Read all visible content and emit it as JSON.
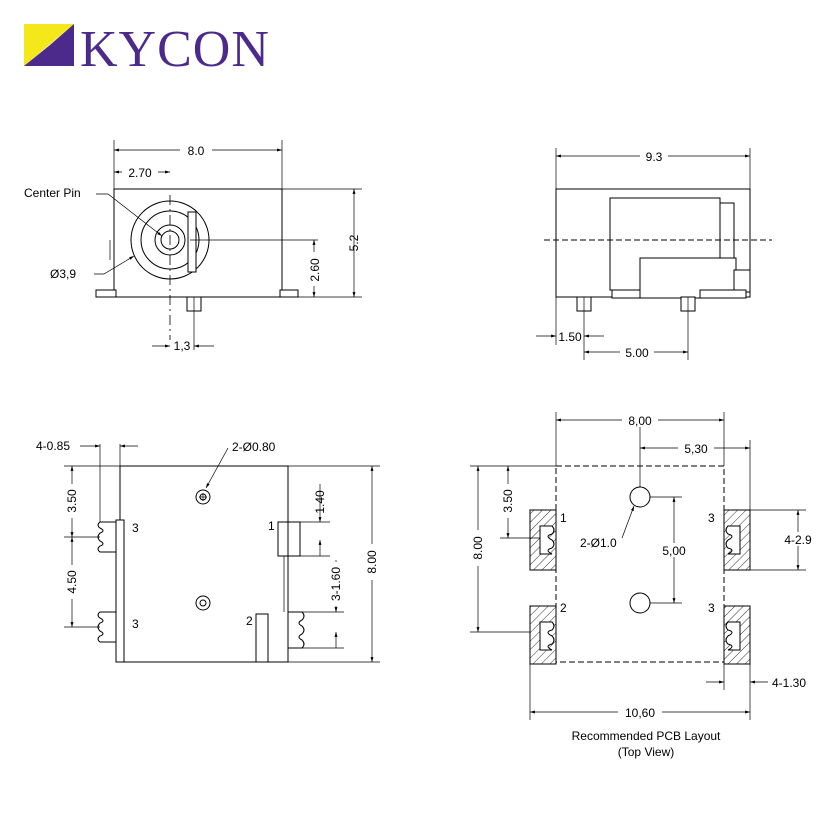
{
  "logo": {
    "brand": "KYCON",
    "colors": {
      "purple": "#4b2a8c",
      "yellow": "#f4e81a"
    }
  },
  "front_view": {
    "width": "8.0",
    "center_offset": "2.70",
    "height": "5.2",
    "center_height": "2.60",
    "center_pin_label": "Center Pin",
    "diameter": "Ø3,9",
    "pin_spacing": "1,3"
  },
  "side_view": {
    "length": "9.3",
    "pin_offset": "1.50",
    "pin_spacing": "5.00"
  },
  "bottom_view": {
    "pad_width": "4-0.85",
    "hole_label": "2-Ø0.80",
    "dim_3_50": "3.50",
    "dim_4_50": "4.50",
    "dim_1_40": "1.40",
    "dim_3_1_60": "3-1.60",
    "height": "8.00",
    "pin_labels": [
      "3",
      "3",
      "1",
      "2"
    ]
  },
  "pcb_layout": {
    "width": "8,00",
    "right_offset": "5,30",
    "height": "8.00",
    "dim_3_50": "3.50",
    "pad_dim": "4-2.9",
    "hole_label": "2-Ø1.0",
    "hole_spacing": "5,00",
    "pad_width": "4-1.30",
    "total_width": "10,60",
    "pin_labels": [
      "1",
      "2",
      "3",
      "3"
    ],
    "caption_line1": "Recommended PCB Layout",
    "caption_line2": "(Top View)"
  }
}
